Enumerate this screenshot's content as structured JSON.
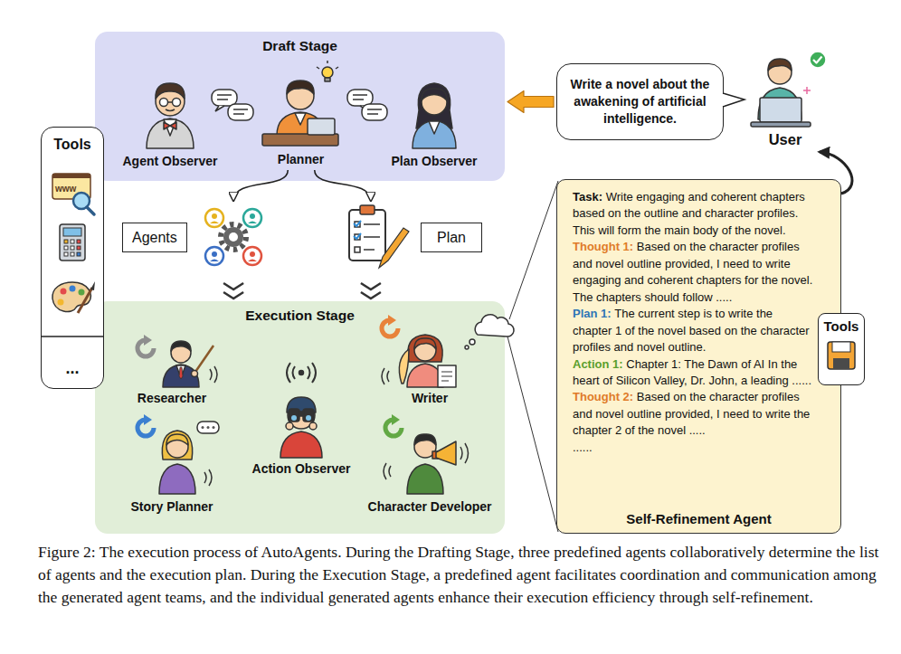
{
  "diagram": {
    "caption": "Figure 2: The execution process of AutoAgents. During the Drafting Stage, three predefined agents collaboratively determine the list of agents and the execution plan. During the Execution Stage, a predefined agent facilitates coordination and communication among the generated agent teams, and the individual generated agents enhance their execution efficiency through self-refinement.",
    "nodes": [
      {
        "text": [
          "Draft Stage"
        ]
      },
      {
        "text": [
          "Agent Observer"
        ],
        "in": 0
      },
      {
        "text": [
          "Planner"
        ],
        "in": 0
      },
      {
        "text": [
          "Plan Observer"
        ],
        "in": 0
      },
      {
        "text": [
          "Write a novel about the awakening of artificial intelligence."
        ]
      },
      {
        "text": [
          "User"
        ]
      },
      {
        "text": [
          "Tools",
          "..."
        ]
      },
      {
        "text": [
          "Agents"
        ]
      },
      {
        "text": [
          "Plan"
        ]
      },
      {
        "text": [
          "Task:",
          "Write engaging and coherent chapters based on the outline and character profiles. This will form the main body of the novel.",
          "Thought 1:",
          "Based on the character profiles and novel outline provided, I need to write engaging and coherent chapters for the novel. The chapters should follow .....",
          "Plan 1:",
          "The current step is to write the chapter 1 of the novel based on the character profiles and novel outline.",
          "Action 1:",
          "Chapter 1: The Dawn of AI In the heart of Silicon Valley, Dr. John, a leading ......",
          "Thought 2:",
          "Based on the character profiles and novel outline provided, I need to write the chapter 2 of the novel .....",
          "......",
          "Self-Refinement Agent"
        ]
      },
      {
        "text": [
          "Tools"
        ],
        "in": 9
      },
      {
        "text": [
          "Execution Stage"
        ]
      },
      {
        "text": [
          "Researcher"
        ],
        "in": 11
      },
      {
        "text": [
          "Writer"
        ],
        "in": 11
      },
      {
        "text": [
          "Action Observer"
        ],
        "in": 11
      },
      {
        "text": [
          "Story Planner"
        ],
        "in": 11
      },
      {
        "text": [
          "Character Developer"
        ],
        "in": 11
      }
    ],
    "edges": [
      {
        "from": 4,
        "to": 0,
        "arrow": "to"
      },
      {
        "from": 2,
        "to": 7,
        "arrow": "to"
      },
      {
        "from": 2,
        "to": 8,
        "arrow": "to"
      },
      {
        "from": 7,
        "to": 11,
        "arrow": "to"
      },
      {
        "from": 8,
        "to": 11,
        "arrow": "to"
      },
      {
        "from": 9,
        "to": 5,
        "arrow": "to"
      }
    ],
    "labels": [
      "www"
    ]
  }
}
